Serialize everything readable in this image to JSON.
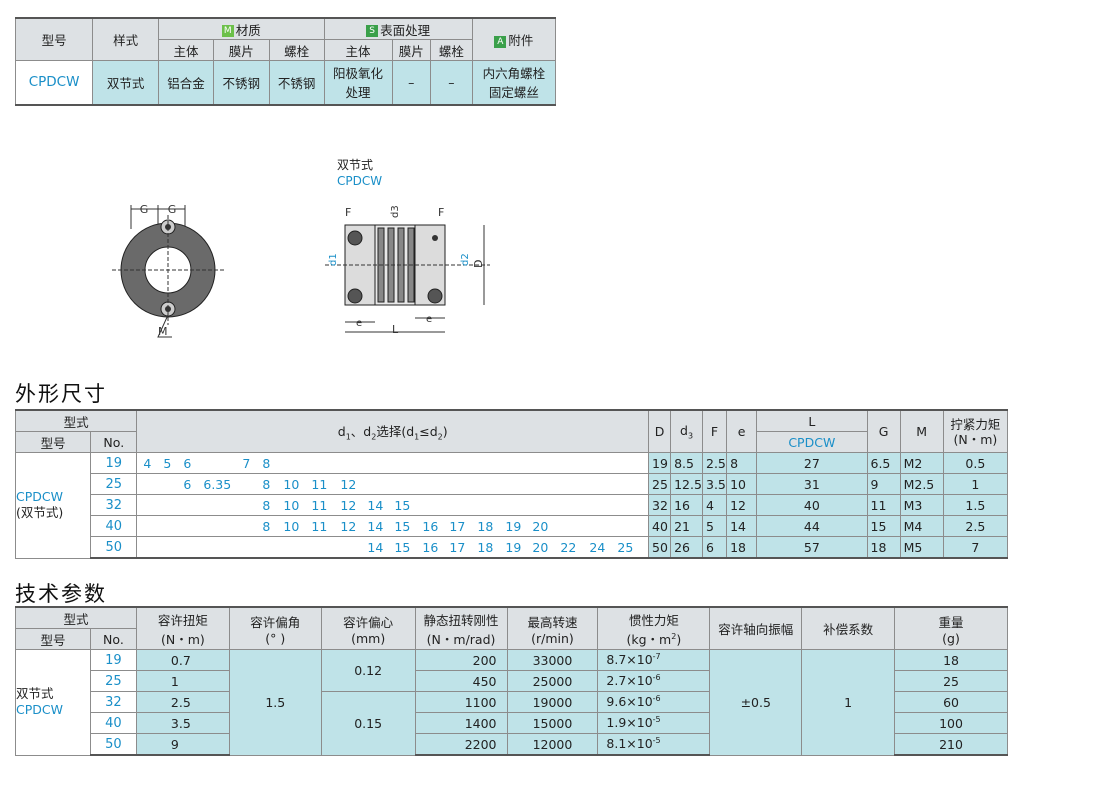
{
  "spec_table": {
    "headers": {
      "model": "型号",
      "style": "样式",
      "material": "材质",
      "material_badge": "M",
      "surface": "表面处理",
      "surface_badge": "S",
      "accessory": "附件",
      "accessory_badge": "A",
      "sub": [
        "主体",
        "膜片",
        "螺栓",
        "主体",
        "膜片",
        "螺栓"
      ]
    },
    "row": {
      "model": "CPDCW",
      "style": "双节式",
      "mat_body": "铝合金",
      "mat_film": "不锈钢",
      "mat_bolt": "不锈钢",
      "surf_body_1": "阳极氧化",
      "surf_body_2": "处理",
      "surf_film": "–",
      "surf_bolt": "–",
      "acc_1": "内六角螺栓",
      "acc_2": "固定螺丝"
    }
  },
  "diagram": {
    "title": "双节式",
    "model": "CPDCW",
    "labels": {
      "G": "G",
      "M": "M",
      "F": "F",
      "d1": "d1",
      "d2": "d2",
      "d3": "d3",
      "D": "D",
      "e": "e",
      "L": "L"
    }
  },
  "dims": {
    "section_title": "外形尺寸",
    "headers": {
      "type": "型式",
      "model": "型号",
      "no": "No.",
      "select_pre": "d",
      "select_mid": "、d",
      "select_post": "选择(d",
      "select_le": "≤d",
      "select_end": ")",
      "D": "D",
      "d3": "d",
      "F": "F",
      "e": "e",
      "L": "L",
      "L_model": "CPDCW",
      "G": "G",
      "M": "M",
      "torque": "拧紧力矩",
      "torque_unit": "(N・m)"
    },
    "model": "CPDCW",
    "model_sub": "(双节式)",
    "rows": [
      {
        "no": "19",
        "d": [
          "4",
          "5",
          "6",
          "7",
          "8"
        ],
        "D": "19",
        "d3": "8.5",
        "F": "2.5",
        "e": "8",
        "L": "27",
        "G": "6.5",
        "M": "M2",
        "T": "0.5"
      },
      {
        "no": "25",
        "d": [
          "6",
          "6.35",
          "8",
          "10",
          "11",
          "12"
        ],
        "D": "25",
        "d3": "12.5",
        "F": "3.5",
        "e": "10",
        "L": "31",
        "G": "9",
        "M": "M2.5",
        "T": "1"
      },
      {
        "no": "32",
        "d": [
          "8",
          "10",
          "11",
          "12",
          "14",
          "15"
        ],
        "D": "32",
        "d3": "16",
        "F": "4",
        "e": "12",
        "L": "40",
        "G": "11",
        "M": "M3",
        "T": "1.5"
      },
      {
        "no": "40",
        "d": [
          "8",
          "10",
          "11",
          "12",
          "14",
          "15",
          "16",
          "17",
          "18",
          "19",
          "20"
        ],
        "D": "40",
        "d3": "21",
        "F": "5",
        "e": "14",
        "L": "44",
        "G": "15",
        "M": "M4",
        "T": "2.5"
      },
      {
        "no": "50",
        "d": [
          "14",
          "15",
          "16",
          "17",
          "18",
          "19",
          "20",
          "22",
          "24",
          "25"
        ],
        "D": "50",
        "d3": "26",
        "F": "6",
        "e": "18",
        "L": "57",
        "G": "18",
        "M": "M5",
        "T": "7"
      }
    ]
  },
  "tech": {
    "section_title": "技术参数",
    "headers": {
      "type": "型式",
      "model": "型号",
      "no": "No.",
      "torque": "容许扭矩",
      "torque_u": "(N・m)",
      "angle": "容许偏角",
      "angle_u": "(° )",
      "offset": "容许偏心",
      "offset_u": "(mm)",
      "stiff": "静态扭转刚性",
      "stiff_u": "(N・m/rad)",
      "speed": "最高转速",
      "speed_u": "(r/min)",
      "inertia": "惯性力矩",
      "inertia_u": "(kg・m",
      "axial": "容许轴向振幅",
      "comp": "补偿系数",
      "weight": "重量",
      "weight_u": "(g)"
    },
    "model_1": "双节式",
    "model_2": "CPDCW",
    "angle_val": "1.5",
    "offset_1": "0.12",
    "offset_2": "0.15",
    "axial_val": "±0.5",
    "comp_val": "1",
    "rows": [
      {
        "no": "19",
        "torque": "0.7",
        "stiff": "200",
        "speed": "33000",
        "inertia": "8.7×10",
        "exp": "-7",
        "weight": "18"
      },
      {
        "no": "25",
        "torque": "1",
        "stiff": "450",
        "speed": "25000",
        "inertia": "2.7×10",
        "exp": "-6",
        "weight": "25"
      },
      {
        "no": "32",
        "torque": "2.5",
        "stiff": "1100",
        "speed": "19000",
        "inertia": "9.6×10",
        "exp": "-6",
        "weight": "60"
      },
      {
        "no": "40",
        "torque": "3.5",
        "stiff": "1400",
        "speed": "15000",
        "inertia": "1.9×10",
        "exp": "-5",
        "weight": "100"
      },
      {
        "no": "50",
        "torque": "9",
        "stiff": "2200",
        "speed": "12000",
        "inertia": "8.1×10",
        "exp": "-5",
        "weight": "210"
      }
    ]
  }
}
